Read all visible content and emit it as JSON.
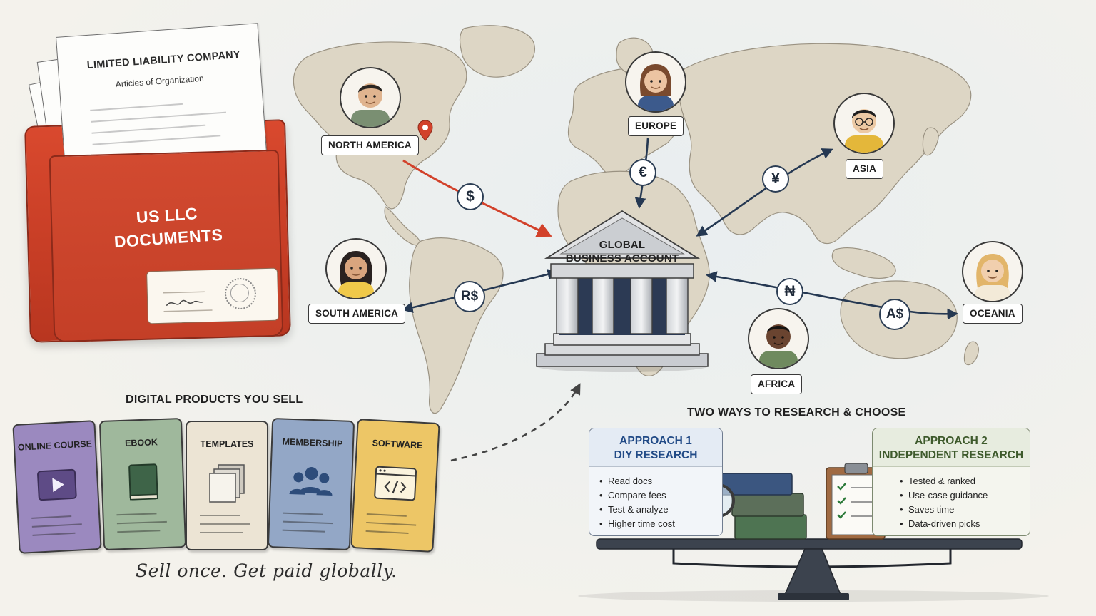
{
  "folder": {
    "document_title": "LIMITED LIABILITY COMPANY",
    "document_subtitle": "Articles of Organization",
    "label_line1": "US LLC",
    "label_line2": "DOCUMENTS"
  },
  "bank": {
    "label_line1": "GLOBAL",
    "label_line2": "BUSINESS ACCOUNT"
  },
  "regions": [
    {
      "key": "north-america",
      "label": "NORTH AMERICA",
      "currency": "$"
    },
    {
      "key": "europe",
      "label": "EUROPE",
      "currency": "€"
    },
    {
      "key": "asia",
      "label": "ASIA",
      "currency": "¥"
    },
    {
      "key": "south-america",
      "label": "SOUTH AMERICA",
      "currency": "R$"
    },
    {
      "key": "africa",
      "label": "AFRICA",
      "currency": "₦"
    },
    {
      "key": "oceania",
      "label": "OCEANIA",
      "currency": "A$"
    }
  ],
  "products": {
    "title": "DIGITAL PRODUCTS YOU SELL",
    "items": [
      {
        "label": "ONLINE COURSE",
        "icon": "play-icon",
        "color": "#9b89bf"
      },
      {
        "label": "EBOOK",
        "icon": "book-icon",
        "color": "#9fb89c"
      },
      {
        "label": "TEMPLATES",
        "icon": "templates-icon",
        "color": "#ece4d4"
      },
      {
        "label": "MEMBERSHIP",
        "icon": "people-icon",
        "color": "#93a7c6"
      },
      {
        "label": "SOFTWARE",
        "icon": "code-window-icon",
        "color": "#edc666"
      }
    ],
    "tagline": "Sell once. Get paid globally."
  },
  "research": {
    "title": "TWO WAYS TO RESEARCH & CHOOSE",
    "approach1": {
      "line1": "APPROACH 1",
      "line2": "DIY RESEARCH",
      "bullets": [
        "Read docs",
        "Compare fees",
        "Test & analyze",
        "Higher time cost"
      ]
    },
    "approach2": {
      "line1": "APPROACH 2",
      "line2": "INDEPENDENT RESEARCH",
      "bullets": [
        "Tested & ranked",
        "Use-case guidance",
        "Saves time",
        "Data-driven picks"
      ]
    }
  },
  "colors": {
    "folder_red": "#c94129",
    "us_flow": "#d2412a",
    "flow_navy": "#253852",
    "diy_blue": "#214a86",
    "independent_green": "#3e5a2c"
  }
}
